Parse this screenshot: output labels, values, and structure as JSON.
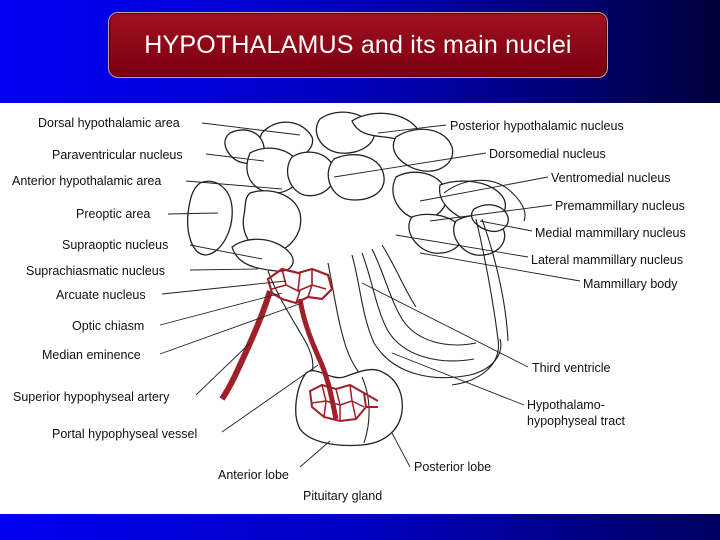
{
  "slide": {
    "title": "HYPOTHALAMUS and its main nuclei"
  },
  "diagram": {
    "left_labels": [
      "Dorsal hypothalamic area",
      "Paraventricular nucleus",
      "Anterior hypothalamic area",
      "Preoptic area",
      "Supraoptic nucleus",
      "Suprachiasmatic nucleus",
      "Arcuate nucleus",
      "Optic chiasm",
      "Median eminence",
      "Superior hypophyseal artery",
      "Portal hypophyseal vessel"
    ],
    "right_labels": [
      "Posterior hypothalamic nucleus",
      "Dorsomedial nucleus",
      "Ventromedial nucleus",
      "Premammillary nucleus",
      "Medial mammillary nucleus",
      "Lateral mammillary nucleus",
      "Mammillary body",
      "Third ventricle",
      "Hypothalamo-",
      "hypophyseal tract"
    ],
    "bottom_labels": [
      "Anterior lobe",
      "Posterior lobe",
      "Pituitary gland"
    ],
    "colors": {
      "vessel": "#a0202a",
      "outline": "#222222",
      "title_box": "#8a0a18",
      "background": "#0000d0"
    }
  }
}
